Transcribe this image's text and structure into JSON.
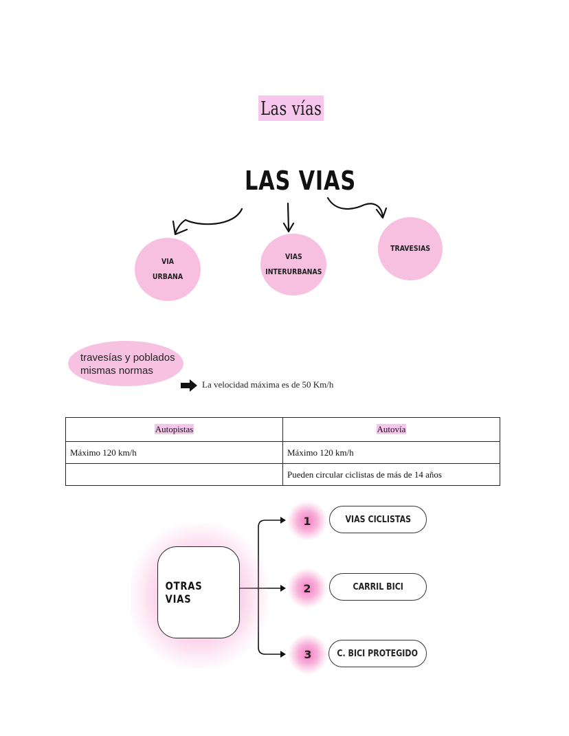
{
  "heading": "Las vías",
  "map": {
    "title": "LAS VIAS",
    "nodes": [
      {
        "line1": "VIA",
        "line2": "URBANA"
      },
      {
        "line1": "VIAS",
        "line2": "INTERURBANAS"
      },
      {
        "line1": "TRAVESIAS",
        "line2": ""
      }
    ]
  },
  "note": {
    "line1": "travesías y poblados",
    "line2": "mismas normas",
    "speed": "La velocidad máxima es de 50 Km/h"
  },
  "table": {
    "headers": [
      "Autopistas",
      "Autovía"
    ],
    "rows": [
      [
        "Máximo 120 km/h",
        "Máximo 120 km/h"
      ],
      [
        "",
        "Pueden circular ciclistas de más de 14 años"
      ]
    ]
  },
  "otras": {
    "title": "OTRAS VIAS",
    "items": [
      {
        "num": "1",
        "label": "VIAS CICLISTAS"
      },
      {
        "num": "2",
        "label": "CARRIL BICI"
      },
      {
        "num": "3",
        "label": "C. BICI PROTEGIDO"
      }
    ]
  },
  "colors": {
    "accent_pink": "#f7c1e2",
    "highlight": "#f7c6ec"
  }
}
